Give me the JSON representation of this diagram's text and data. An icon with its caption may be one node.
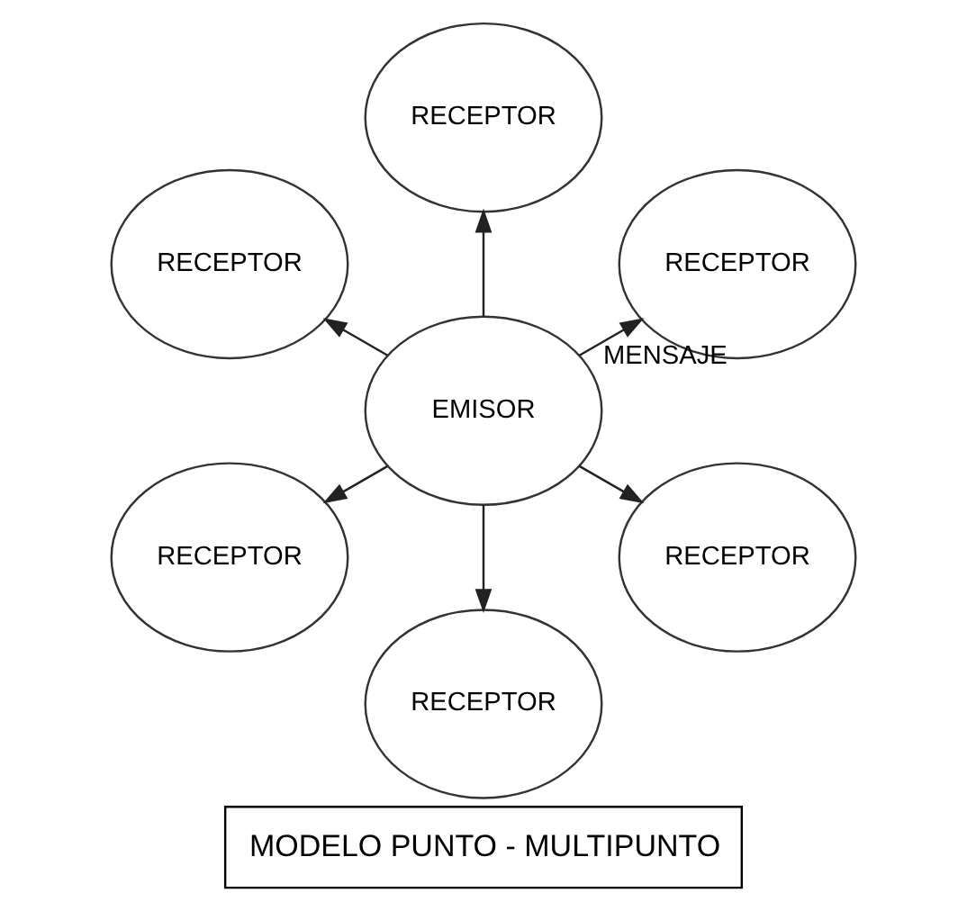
{
  "diagram": {
    "caption": "MODELO PUNTO - MULTIPUNTO",
    "nodes": [
      {
        "text": [
          "RECEPTOR"
        ]
      },
      {
        "text": [
          "RECEPTOR"
        ]
      },
      {
        "text": [
          "RECEPTOR"
        ]
      },
      {
        "text": [
          "EMISOR"
        ]
      },
      {
        "text": [
          "RECEPTOR"
        ]
      },
      {
        "text": [
          "RECEPTOR"
        ]
      },
      {
        "text": [
          "RECEPTOR"
        ]
      }
    ],
    "edges": [
      {
        "from": 3,
        "to": 2,
        "arrow": "to"
      },
      {
        "from": 3,
        "to": 0,
        "arrow": "to",
        "label": "MENSAJE"
      },
      {
        "from": 3,
        "to": 1,
        "arrow": "to"
      },
      {
        "from": 3,
        "to": 4,
        "arrow": "to"
      },
      {
        "from": 3,
        "to": 6,
        "arrow": "to"
      },
      {
        "from": 3,
        "to": 5,
        "arrow": "to"
      }
    ]
  }
}
